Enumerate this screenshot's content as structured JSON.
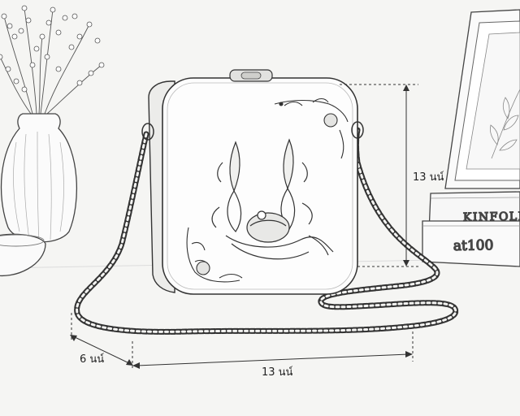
{
  "scene": {
    "subject": "minaudiere-clutch-sketch",
    "dimensions": {
      "height_label": "13 นน์",
      "width_label": "13 นน์",
      "depth_label": "6 นน์"
    },
    "books": {
      "top_title": "KINFOLK",
      "bottom_title": "at100"
    }
  }
}
